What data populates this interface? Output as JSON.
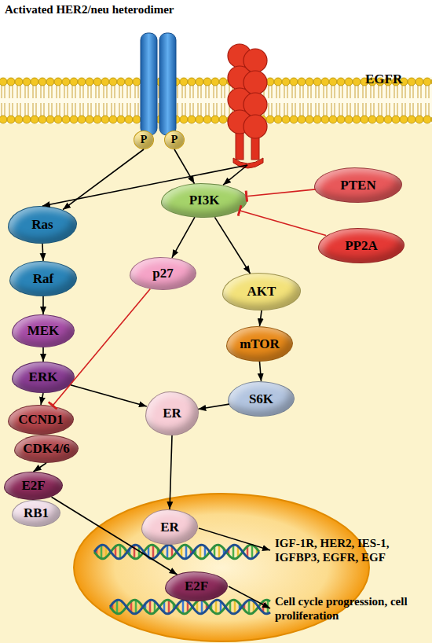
{
  "diagram": {
    "title": "Activated HER2/neu heterodimer",
    "nodes": [
      {
        "text": [
          "P"
        ]
      },
      {
        "text": [
          "P"
        ]
      },
      {
        "text": [
          "EGFR"
        ]
      },
      {
        "text": [
          "Ras"
        ]
      },
      {
        "text": [
          "PI3K"
        ]
      },
      {
        "text": [
          "PTEN"
        ]
      },
      {
        "text": [
          "PP2A"
        ]
      },
      {
        "text": [
          "Raf"
        ]
      },
      {
        "text": [
          "p27"
        ]
      },
      {
        "text": [
          "AKT"
        ]
      },
      {
        "text": [
          "MEK"
        ]
      },
      {
        "text": [
          "mTOR"
        ]
      },
      {
        "text": [
          "ERK"
        ]
      },
      {
        "text": [
          "CCND1"
        ]
      },
      {
        "text": [
          "ER"
        ]
      },
      {
        "text": [
          "S6K"
        ]
      },
      {
        "text": [
          "CDK4/6"
        ]
      },
      {
        "text": [
          "E2F"
        ]
      },
      {
        "text": [
          "RB1"
        ]
      },
      {
        "text": [
          "ER"
        ]
      },
      {
        "text": [
          "E2F"
        ]
      }
    ],
    "edges": [
      {
        "from": 0,
        "to": 3,
        "arrow": "to"
      },
      {
        "from": 1,
        "to": 4,
        "arrow": "to"
      },
      {
        "from": 2,
        "to": 3,
        "arrow": "to"
      },
      {
        "from": 2,
        "to": 4,
        "arrow": "to"
      },
      {
        "from": 5,
        "to": 4,
        "arrow": "to"
      },
      {
        "from": 6,
        "to": 4,
        "arrow": "to"
      },
      {
        "from": 3,
        "to": 7,
        "arrow": "to"
      },
      {
        "from": 7,
        "to": 10,
        "arrow": "to"
      },
      {
        "from": 10,
        "to": 12,
        "arrow": "to"
      },
      {
        "from": 12,
        "to": 13,
        "arrow": "to"
      },
      {
        "from": 4,
        "to": 8,
        "arrow": "to"
      },
      {
        "from": 4,
        "to": 9,
        "arrow": "to"
      },
      {
        "from": 9,
        "to": 11,
        "arrow": "to"
      },
      {
        "from": 11,
        "to": 15,
        "arrow": "to"
      },
      {
        "from": 8,
        "to": 13,
        "arrow": "to"
      },
      {
        "from": 12,
        "to": 14,
        "arrow": "to"
      },
      {
        "from": 15,
        "to": 14,
        "arrow": "to"
      },
      {
        "from": 14,
        "to": 19,
        "arrow": "to"
      },
      {
        "from": 16,
        "to": 17,
        "arrow": "to"
      },
      {
        "from": 17,
        "to": 20,
        "arrow": "to"
      }
    ],
    "labels": [
      "IGF-1R, HER2, IES-1, IGFBP3, EGFR, EGF",
      "Cell cycle progression, cell proliferation"
    ]
  }
}
